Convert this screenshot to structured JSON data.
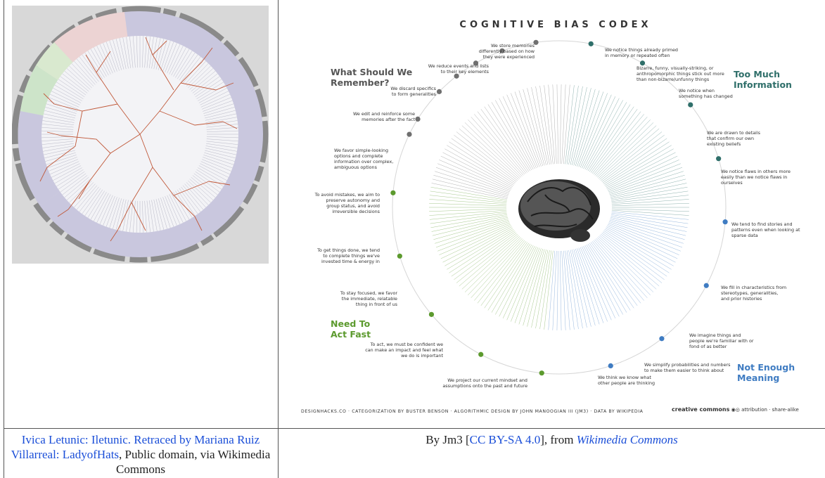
{
  "left_caption": {
    "part1": "Ivica Letunic: Iletunic. Retraced by Mariana Ruiz Villarreal: LadyofHats",
    "part2": ", Public domain, via Wikimedia Commons"
  },
  "right_caption": {
    "prefix": "By Jm3 [",
    "license": "CC BY-SA 4.0",
    "mid": "], from ",
    "source": "Wikimedia Commons"
  },
  "codex": {
    "title": "COGNITIVE BIAS CODEX",
    "regions": {
      "remember_line1": "What Should We",
      "remember_line2": "Remember?",
      "too_much_line1": "Too Much",
      "too_much_line2": "Information",
      "act_line1": "Need To",
      "act_line2": "Act Fast",
      "meaning_line1": "Not Enough",
      "meaning_line2": "Meaning"
    },
    "descriptions": {
      "d1": "We store memories differently based on how they were experienced",
      "d2": "We reduce events and lists to their key elements",
      "d3": "We discard specifics to form generalities",
      "d4": "We edit and reinforce some memories after the fact",
      "d5": "We favor simple-looking options and complete information over complex, ambiguous options",
      "d6": "To avoid mistakes, we aim to preserve autonomy and group status, and avoid irreversible decisions",
      "d7": "To get things done, we tend to complete things we've invested time & energy in",
      "d8": "To stay focused, we favor the immediate, relatable thing in front of us",
      "d9": "To act, we must be confident we can make an impact and feel what we do is important",
      "d10": "We project our current mindset and assumptions onto the past and future",
      "d11": "We think we know what other people are thinking",
      "d12": "We simplify probabilities and numbers to make them easier to think about",
      "d13": "We imagine things and people we're familiar with or fond of as better",
      "d14": "We fill in characteristics from stereotypes, generalities, and prior histories",
      "d15": "We tend to find stories and patterns even when looking at sparse data",
      "d16": "We notice flaws in others more easily than we notice flaws in ourselves",
      "d17": "We are drawn to details that confirm our own existing beliefs",
      "d18": "We notice when something has changed",
      "d19": "Bizarre, funny, visually-striking, or anthropomorphic things stick out more than non-bizarre/unfunny things",
      "d20": "We notice things already primed in memory or repeated often"
    },
    "footer": "DESIGNHACKS.CO · CATEGORIZATION BY BUSTER BENSON · ALGORITHMIC DESIGN BY JOHN MANOOGIAN III (JM3) · DATA BY WIKIPEDIA",
    "cc_label": "creative commons",
    "cc_terms": "attribution · share-alike"
  },
  "colors": {
    "remember": "#6f6f6f",
    "too_much": "#2f6f6a",
    "act": "#5c9a2e",
    "meaning": "#3f7cc2",
    "link": "#1a4ed8"
  }
}
